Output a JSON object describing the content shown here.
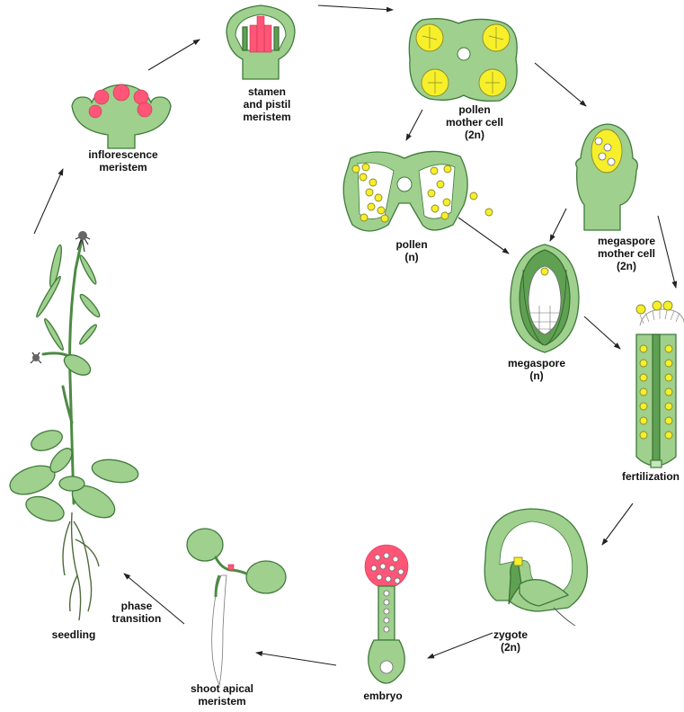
{
  "labels": {
    "inflorescence_line1": "inflorescence",
    "inflorescence_line2": "meristem",
    "stamen_line1": "stamen",
    "stamen_line2": "and pistil",
    "stamen_line3": "meristem",
    "pmc_line1": "pollen",
    "pmc_line2": "mother cell",
    "pmc_line3": "(2n)",
    "pollen_line1": "pollen",
    "pollen_line2": "(n)",
    "mmc_line1": "megaspore",
    "mmc_line2": "mother cell",
    "mmc_line3": "(2n)",
    "megaspore_line1": "megaspore",
    "megaspore_line2": "(n)",
    "fertilization": "fertilization",
    "zygote_line1": "zygote",
    "zygote_line2": "(2n)",
    "embryo": "embryo",
    "sam_line1": "shoot apical",
    "sam_line2": "meristem",
    "phase_line1": "phase",
    "phase_line2": "transition",
    "seedling": "seedling"
  },
  "colors": {
    "plant_green": "#9fd08d",
    "dark_green": "#5fa052",
    "pollen_yellow": "#f6ef2a",
    "meristem_red": "#ff5577"
  }
}
